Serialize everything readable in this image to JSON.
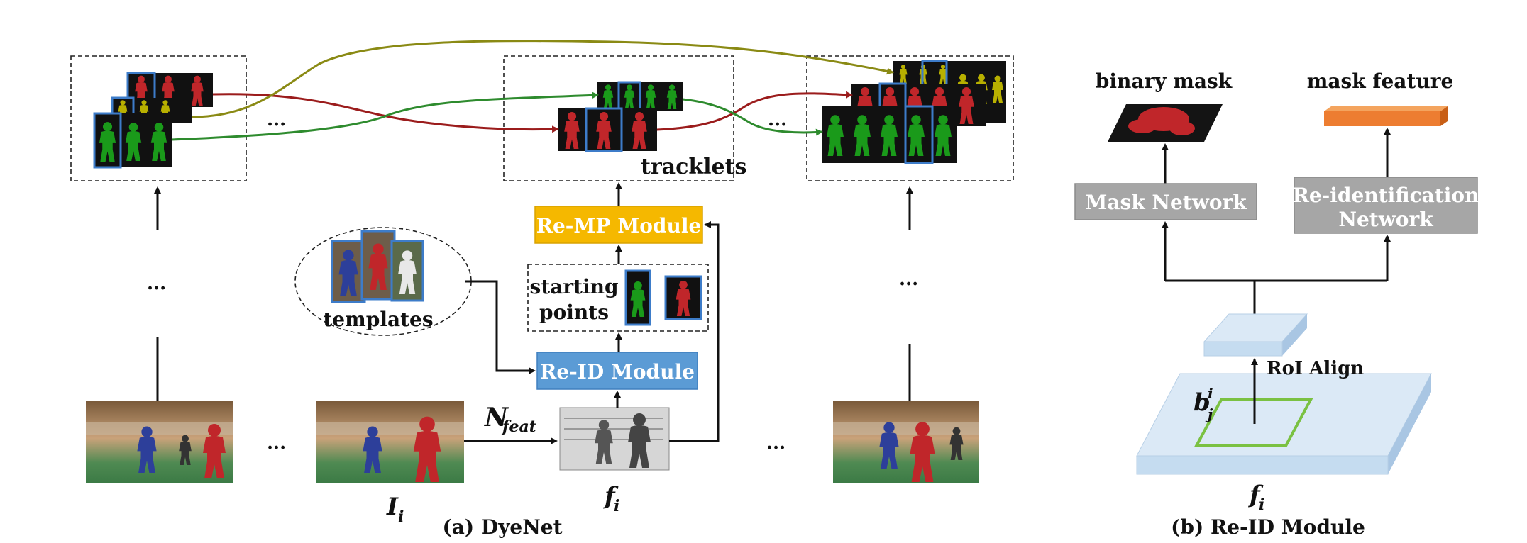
{
  "dyenet": {
    "caption": "(a) DyeNet",
    "tracklets_label": "tracklets",
    "remp_label": "Re-MP Module",
    "reid_label": "Re-ID Module",
    "starting_points_line1": "starting",
    "starting_points_line2": "points",
    "templates_label": "templates",
    "nfeat_main": "N",
    "nfeat_sub": "feat",
    "image_label_main": "I",
    "image_label_sub": "i",
    "feature_label_main": "f",
    "feature_label_sub": "i",
    "ellipsis": "..."
  },
  "reid_module": {
    "caption": "(b) Re-ID Module",
    "binary_mask_label": "binary mask",
    "mask_feature_label": "mask feature",
    "mask_network_label": "Mask Network",
    "reid_network_line1": "Re-identification",
    "reid_network_line2": "Network",
    "roi_align_label": "RoI Align",
    "box_label_main": "b",
    "box_label_sup": "i",
    "box_label_sub": "j",
    "feature_label_main": "f",
    "feature_label_sub": "i"
  },
  "colors": {
    "remp": "#f5b800",
    "reid": "#5b9bd5",
    "network_gray": "#a6a6a6",
    "mask_red": "#c0262a",
    "mask_green": "#1a9a1a",
    "mask_yellow": "#b8b000",
    "arrow_red": "#9b1c1c",
    "arrow_green": "#2e8b2e",
    "arrow_olive": "#8a8a14",
    "feature_blue": "#c5dcf0",
    "orange_bar": "#ed7d31",
    "roi_green": "#7ac142"
  }
}
